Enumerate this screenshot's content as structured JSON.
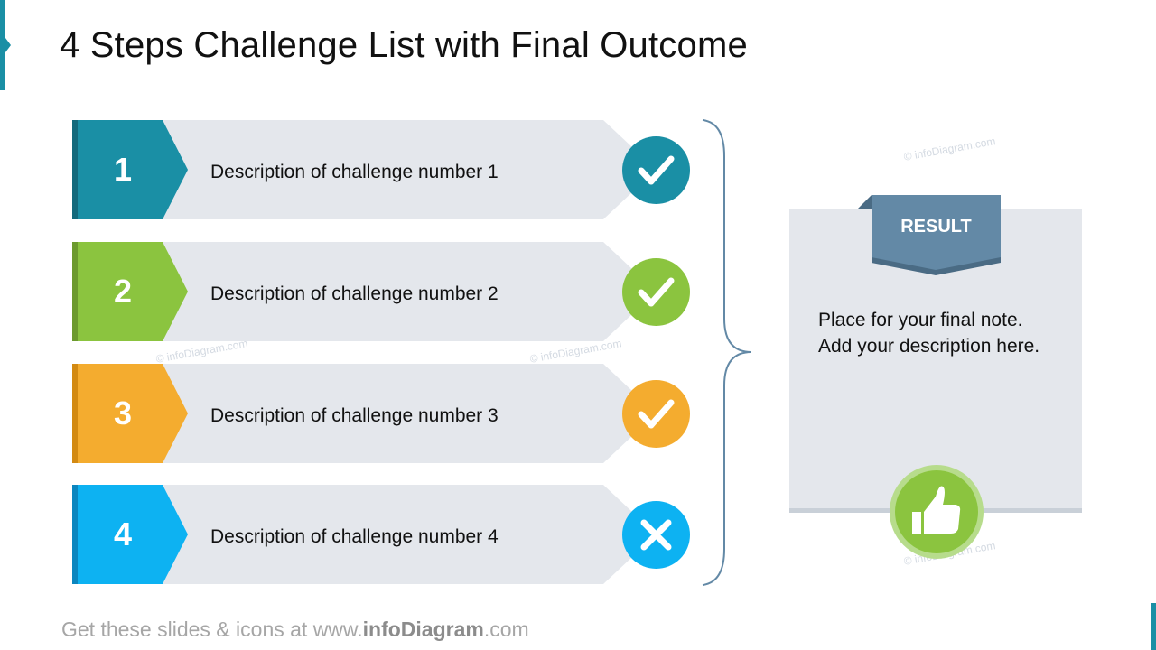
{
  "title": "4 Steps Challenge List with Final Outcome",
  "steps": [
    {
      "number": "1",
      "description": "Description of challenge number 1",
      "status": "check-icon",
      "color": "#1a8fa5",
      "dark": "#136a7c"
    },
    {
      "number": "2",
      "description": "Description of challenge number 2",
      "status": "check-icon",
      "color": "#8bc43f",
      "dark": "#6c9a2e"
    },
    {
      "number": "3",
      "description": "Description of challenge number 3",
      "status": "check-icon",
      "color": "#f4ac2f",
      "dark": "#d38a12"
    },
    {
      "number": "4",
      "description": "Description of challenge number 4",
      "status": "cross-icon",
      "color": "#0db2f2",
      "dark": "#0b86bf"
    }
  ],
  "result": {
    "label": "RESULT",
    "note_line1": "Place for your final note.",
    "note_line2": "Add your description here.",
    "icon": "thumbs-up-icon",
    "ribbon_color": "#6389a6",
    "icon_color": "#8bc43f"
  },
  "watermark": "© infoDiagram.com",
  "footer": {
    "prefix": "Get these slides & icons at www.",
    "brand": "infoDiagram",
    "suffix": ".com"
  },
  "colors": {
    "bar": "#e4e7ec",
    "accent": "#1a8fa5",
    "brace": "#6389a6"
  }
}
